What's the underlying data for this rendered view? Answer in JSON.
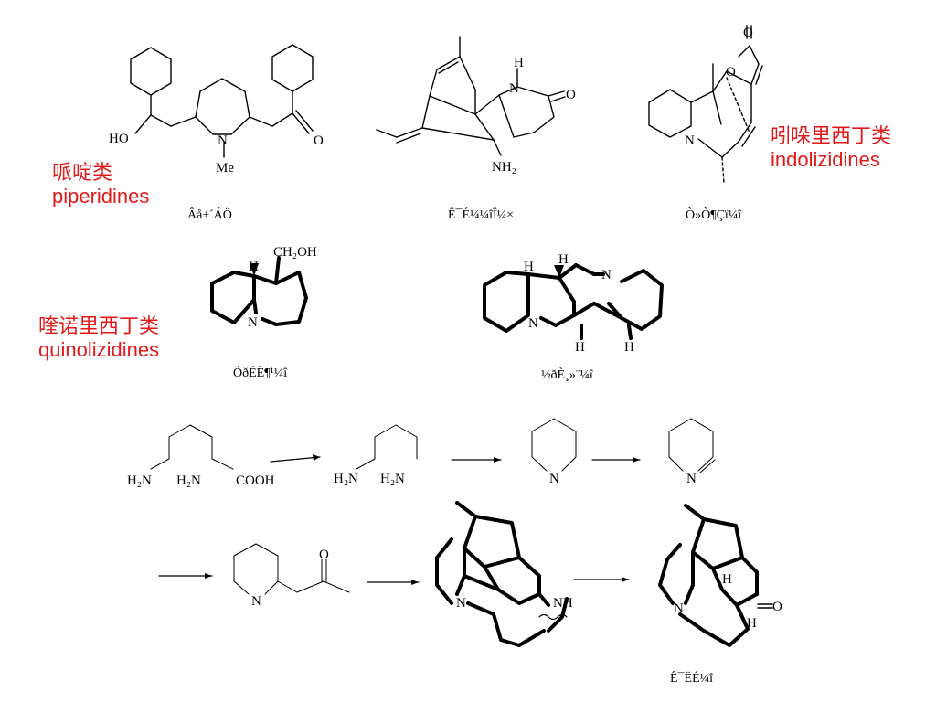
{
  "categories": {
    "piperidines": {
      "zh": "哌啶类",
      "en": "piperidines"
    },
    "indolizidines": {
      "zh": "吲哚里西丁类",
      "en": "indolizidines"
    },
    "quinolizidines": {
      "zh": "喹诺里西丁类",
      "en": "quinolizidines"
    }
  },
  "captions": {
    "lobeline": "Âå±´ÁÖ",
    "huperzine": "Ê¯É¼¼îÎ¼×",
    "securinine": "Ò»Ò¶Çï¼î",
    "lupinine": "ÓðÉÈ¶¹¼î",
    "sparteine": "½ðÈ¸»¨¼î",
    "lycopodine": "Ê¯ËÉ¼î"
  },
  "atoms": {
    "HO": "HO",
    "N": "N",
    "Me": "Me",
    "O": "O",
    "H": "H",
    "NH2": "NH₂",
    "CH2OH": "CH₂OH",
    "H2N": "H₂N",
    "COOH": "COOH",
    "NH": "NH"
  },
  "colors": {
    "label": "#e11919",
    "bond": "#000000"
  }
}
